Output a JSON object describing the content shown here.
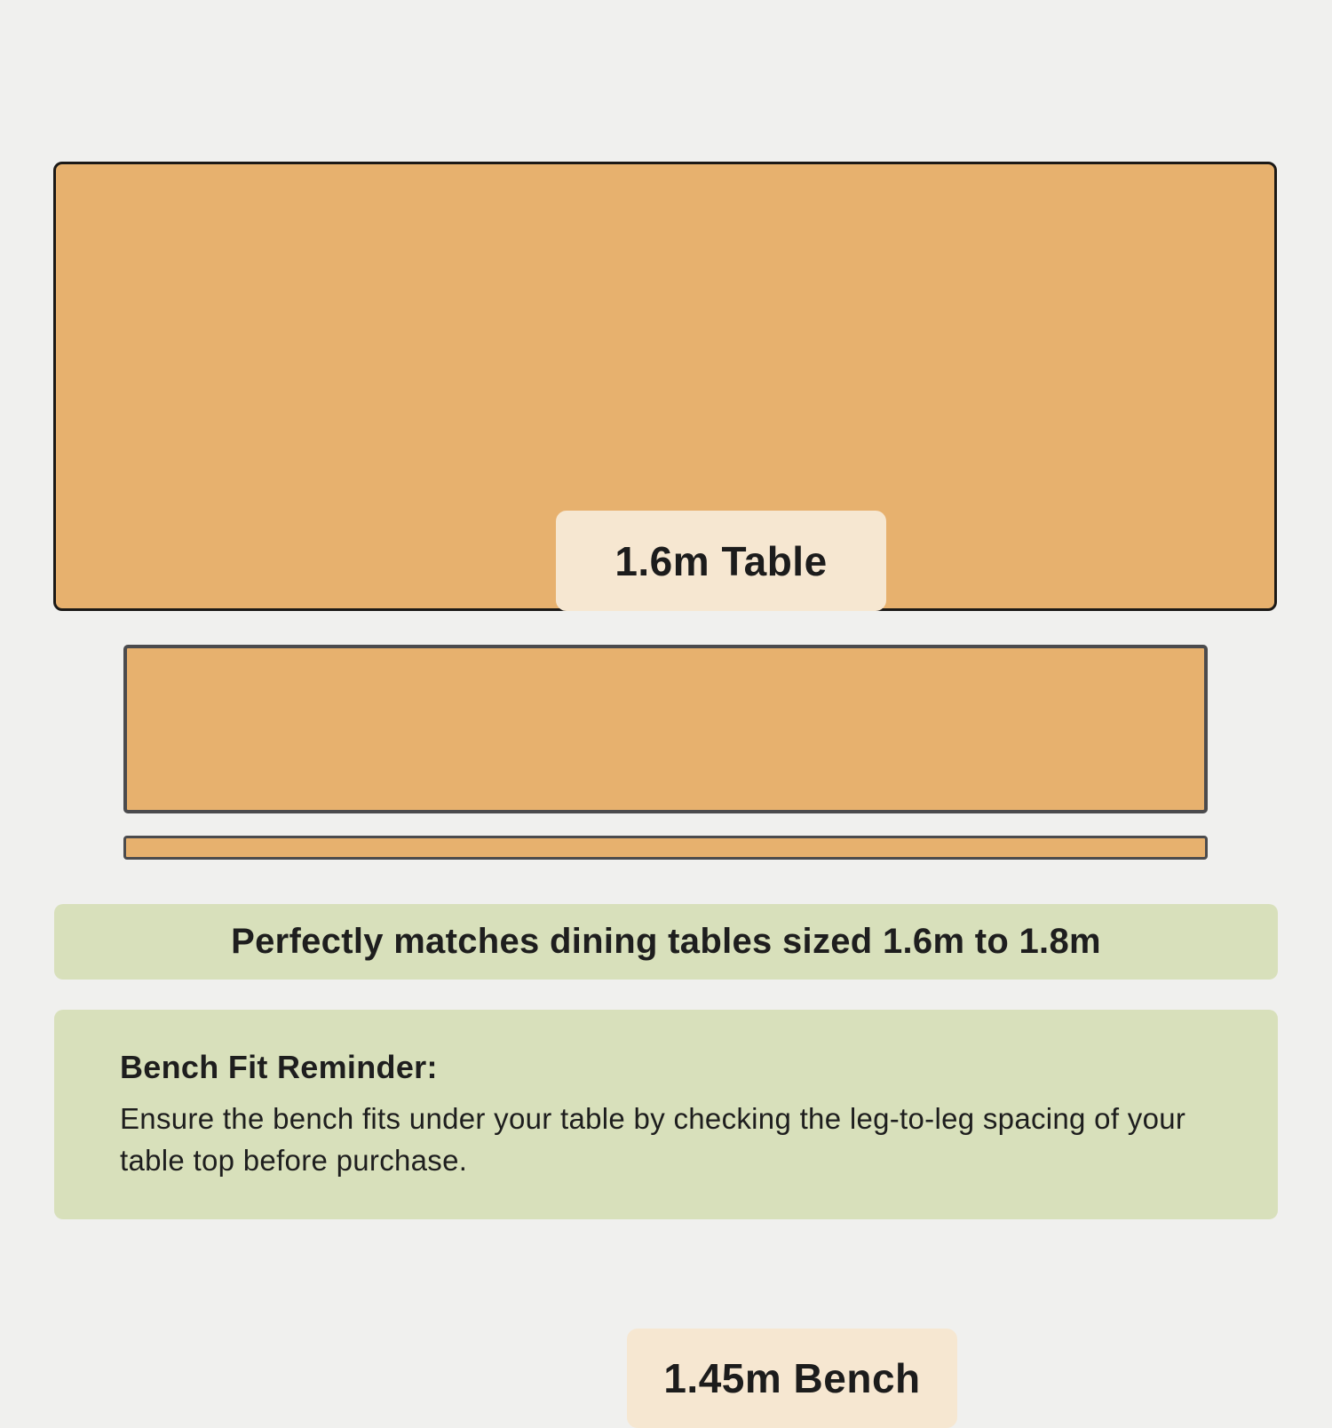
{
  "colors": {
    "background": "#f0f0ee",
    "wood_fill": "#e7b16e",
    "table_border": "#1b1917",
    "bench_border": "#4b4b4d",
    "label_background": "#f6e7d1",
    "panel_green": "#d8e0bb",
    "text": "#1e1e1e"
  },
  "diagram": {
    "table": {
      "label": "1.6m Table"
    },
    "bench": {
      "label": "1.45m Bench"
    }
  },
  "banner": {
    "text": "Perfectly matches dining tables sized 1.6m to 1.8m"
  },
  "reminder": {
    "title": "Bench Fit Reminder:",
    "body": "Ensure the bench fits under your table by checking the leg-to-leg spacing of your table top before purchase."
  }
}
